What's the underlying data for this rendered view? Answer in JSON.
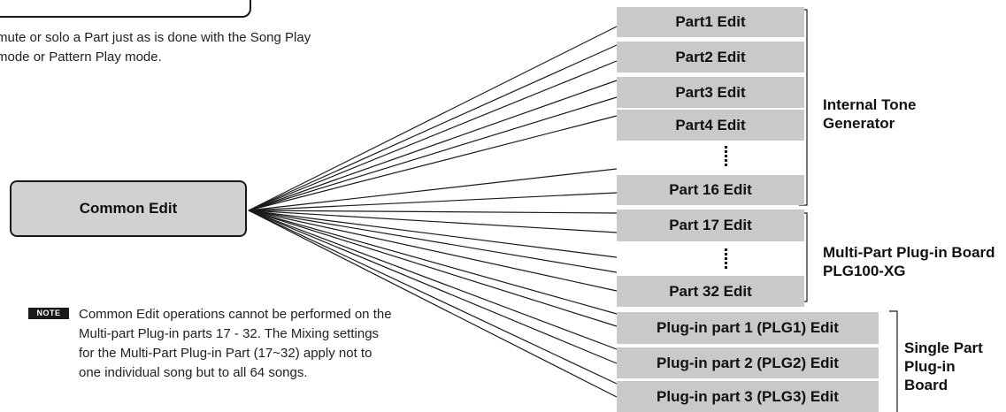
{
  "intro_text": "mute or solo a Part just as is done with the Song Play mode or Pattern Play mode.",
  "common_edit": "Common Edit",
  "parts": [
    "Part1 Edit",
    "Part2 Edit",
    "Part3 Edit",
    "Part4 Edit",
    "Part 16 Edit",
    "Part 17 Edit",
    "Part 32 Edit",
    "Plug-in part 1 (PLG1) Edit",
    "Plug-in part 2 (PLG2) Edit",
    "Plug-in part 3 (PLG3) Edit"
  ],
  "groups": {
    "internal": "Internal Tone Generator",
    "multi": "Multi-Part Plug-in Board PLG100-XG",
    "single": "Single Part Plug-in Board"
  },
  "note": {
    "badge": "NOTE",
    "text": "Common Edit operations cannot be performed on the Multi-part Plug-in parts 17 - 32. The Mixing settings for the Multi-Part Plug-in Part (17~32) apply not to one individual song but to all 64 songs."
  },
  "colors": {
    "box_fill": "#c9c9c9",
    "common_fill": "#d1d1d1",
    "line": "#1a1a1a"
  }
}
